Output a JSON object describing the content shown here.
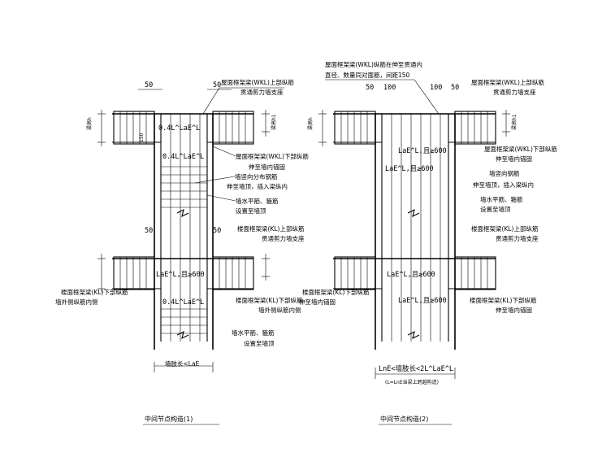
{
  "left_detail": {
    "dim_left": "50",
    "dim_right": "50",
    "top_beam_label_1": "屋面框架梁(WKL)上部纵筋",
    "top_beam_label_2": "贯通剪力墙支座",
    "inner_label_1": "0.4L^LaE^L",
    "inner_label_2": "0.4L^LaE^L",
    "wkl_bottom_1": "屋面框架梁(WKL)下部纵筋",
    "wkl_bottom_2": "伸至墙内锚固",
    "wall_1": "墙竖向分布钢筋",
    "wall_2": "伸至墙顶，插入梁纵内",
    "wall_3": "墙水平筋、箍筋",
    "wall_4": "设置至墙顶",
    "beam_h": "梁高h",
    "beam_h1": "梁高h1",
    "dim_left2": "50",
    "dim_right2": "50",
    "kl_top_1": "楼面框架梁(KL)上部纵筋",
    "kl_top_2": "贯通剪力墙支座",
    "kl_anchor": "LaE^L,且≥600",
    "kl_bot_left_1": "楼面框架梁(KL)下部纵筋",
    "kl_bot_left_2": "墙外侧纵筋内侧",
    "kl_bot_right_1": "楼面框架梁(KL)下部纵筋",
    "kl_bot_right_2": "墙外侧纵筋内侧",
    "inner_label_3": "0.4L^LaE^L",
    "wall_5": "墙水平筋、箍筋",
    "wall_6": "设置至墙顶",
    "bottom_dim": "墙肢长<LaE",
    "caption": "中间节点构造(1)",
    "v150": "150"
  },
  "right_detail": {
    "top_note_1": "屋面框架梁(WKL)纵筋在伸至贯通内",
    "top_note_2": "直径、数量同对面筋，间距150",
    "dim_50": "50",
    "dim_100a": "100",
    "dim_100b": "100",
    "dim_50b": "50",
    "wkl_top_1": "屋面框架梁(WKL)上部纵筋",
    "wkl_top_2": "贯通剪力墙支座",
    "anchor1": "LaE^L,且≥600",
    "wkl_bot_1": "屋面框架梁(WKL)下部纵筋",
    "wkl_bot_2": "伸至墙内锚固",
    "anchor2": "LaE^L,且≥600",
    "wall_1": "墙竖向钢筋",
    "wall_2": "伸至墙顶，插入梁纵内",
    "wall_3": "墙水平筋、箍筋",
    "wall_4": "设置至墙顶",
    "beam_h": "梁高h",
    "beam_h1": "梁高h1",
    "kl_top_1": "楼面框架梁(KL)上部纵筋",
    "kl_top_2": "贯通剪力墙支座",
    "anchor3": "LaE^L,且≥600",
    "kl_bot_left_1": "楼面框架梁(KL)下部纵筋",
    "kl_bot_left_2": "伸至墙内锚固",
    "kl_bot_right_1": "楼面框架梁(KL)下部纵筋",
    "kl_bot_right_2": "伸至墙内锚固",
    "anchor4": "LaE^L,且≥600",
    "bottom_dim": "LnE<墙肢长<2L^LaE^L",
    "bottom_note": "(L=LnE当梁上跨越构造)",
    "caption": "中间节点构造(2)"
  }
}
